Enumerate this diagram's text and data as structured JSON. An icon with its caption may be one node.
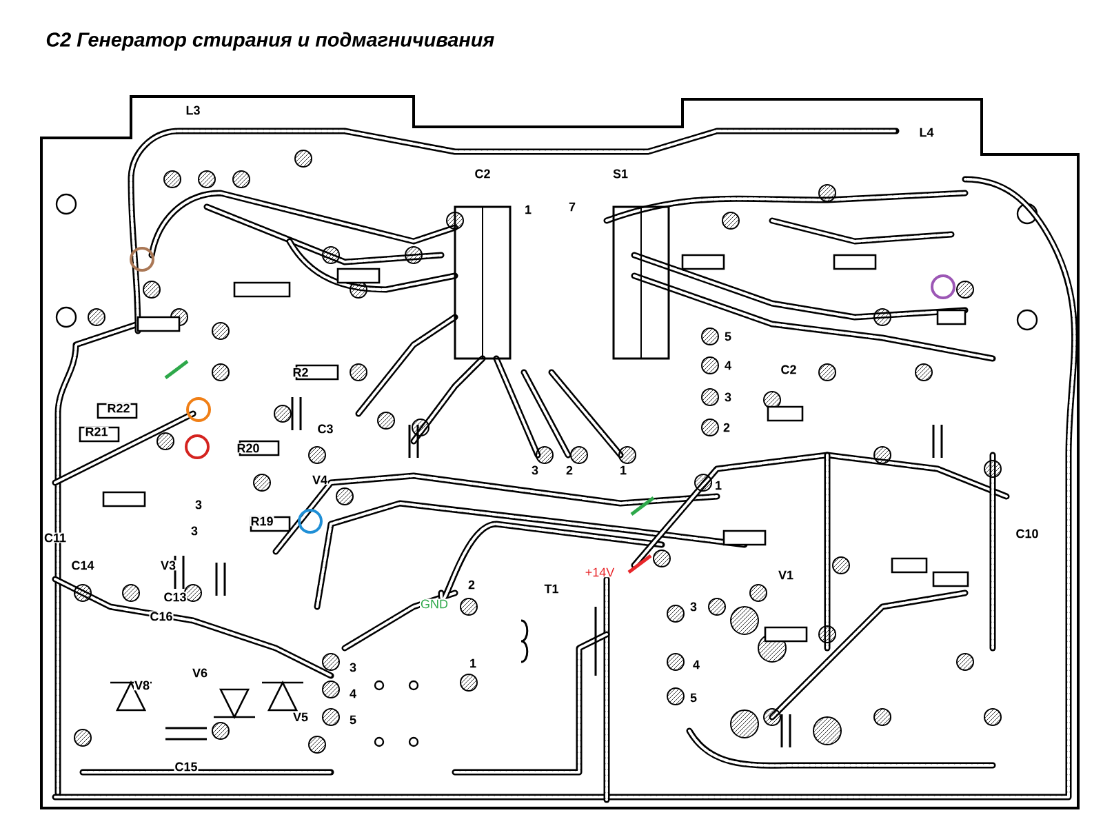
{
  "diagram": {
    "title": "С2 Генератор стирания и подмагничивания",
    "labels": [
      "L3",
      "L4",
      "C2",
      "S1",
      "1",
      "7",
      "5",
      "R2",
      "4",
      "C2",
      "3",
      "2",
      "R22",
      "R21",
      "C3",
      "R20",
      "3",
      "2",
      "1",
      "1",
      "V4",
      "3",
      "R19",
      "3",
      "C11",
      "C10",
      "C14",
      "V3",
      "T1",
      "+14V",
      "V1",
      "2",
      "C13",
      "GND",
      "3",
      "C16",
      "3",
      "1",
      "4",
      "V6",
      "V8",
      "4",
      "5",
      "5",
      "V5",
      "C15"
    ]
  }
}
